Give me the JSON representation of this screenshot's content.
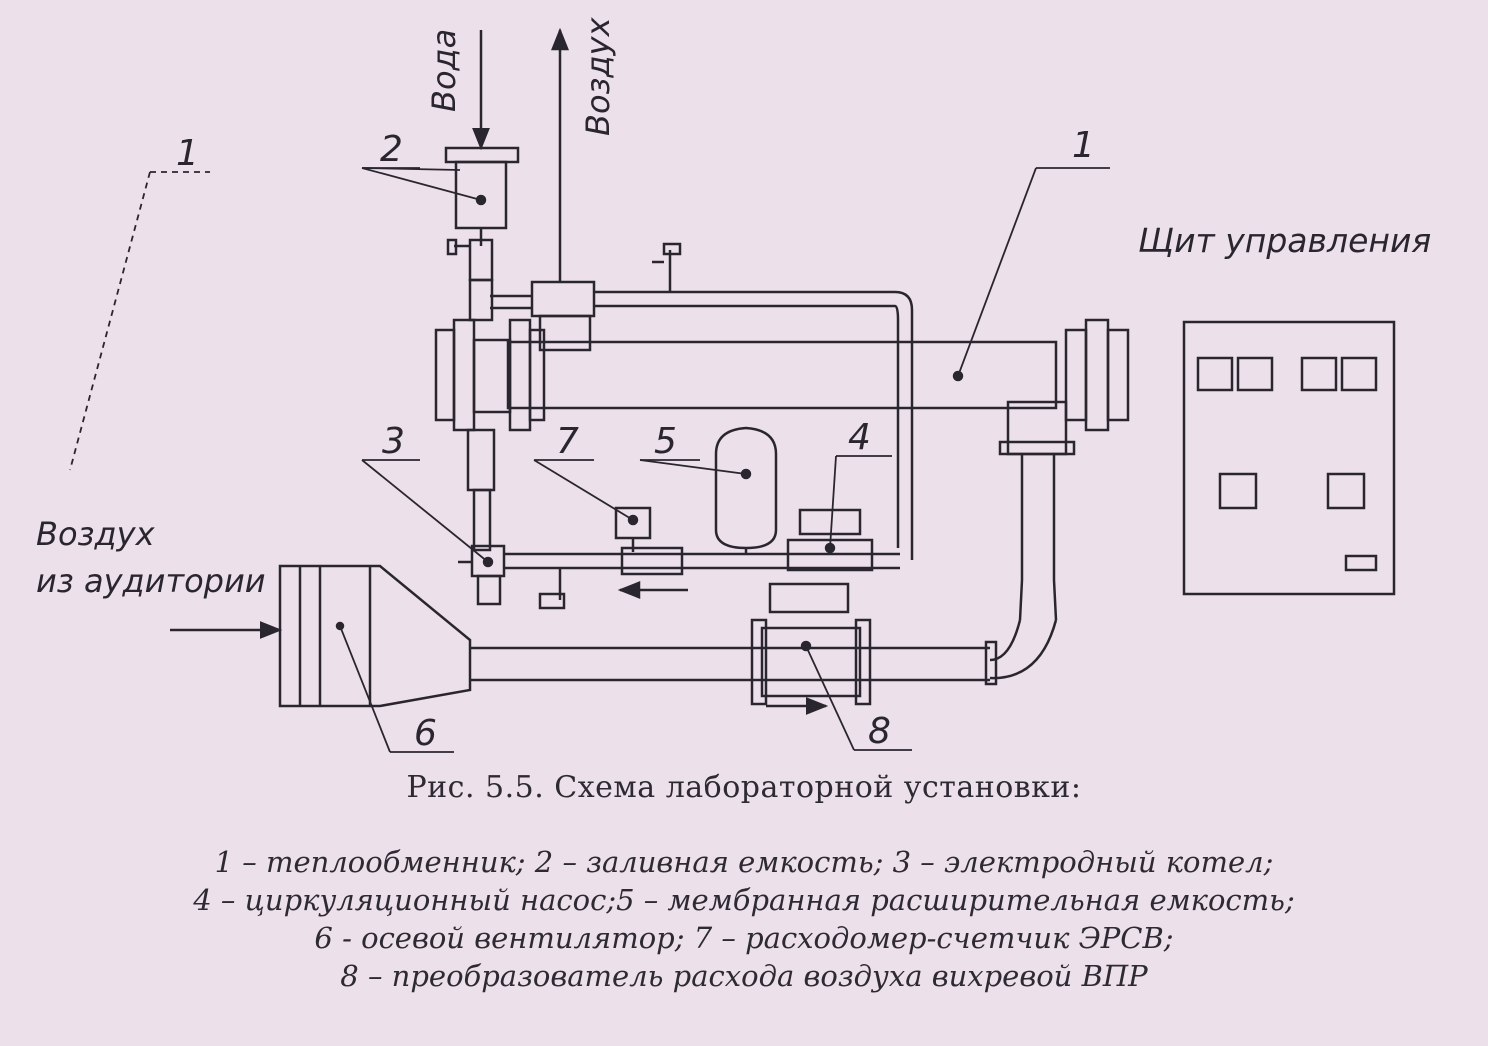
{
  "diagram": {
    "labels": {
      "water": "Вода",
      "air_out": "Воздух",
      "control_panel": "Щит управления",
      "air_in_line1": "Воздух",
      "air_in_line2": "из аудитории"
    },
    "callouts": [
      {
        "id": "heat-exchanger",
        "number": "1"
      },
      {
        "id": "heat-exchanger-left",
        "number": "1"
      },
      {
        "id": "fill-tank",
        "number": "2"
      },
      {
        "id": "electrode-boiler",
        "number": "3"
      },
      {
        "id": "circulation-pump",
        "number": "4"
      },
      {
        "id": "expansion-tank",
        "number": "5"
      },
      {
        "id": "axial-fan",
        "number": "6"
      },
      {
        "id": "flowmeter",
        "number": "7"
      },
      {
        "id": "air-flow-converter",
        "number": "8"
      }
    ]
  },
  "caption": "Рис. 5.5. Схема лабораторной установки:",
  "legend": [
    "1 – теплообменник; 2 – заливная емкость; 3 – электродный котел;",
    "4 – циркуляционный насос;5 – мембранная расширительная емкость;",
    "6 - осевой вентилятор; 7 – расходомер-счетчик ЭРСВ;",
    "8 – преобразователь расхода воздуха вихревой ВПР"
  ],
  "colors": {
    "paper": "#ece0ea",
    "ink": "#2a2630"
  }
}
